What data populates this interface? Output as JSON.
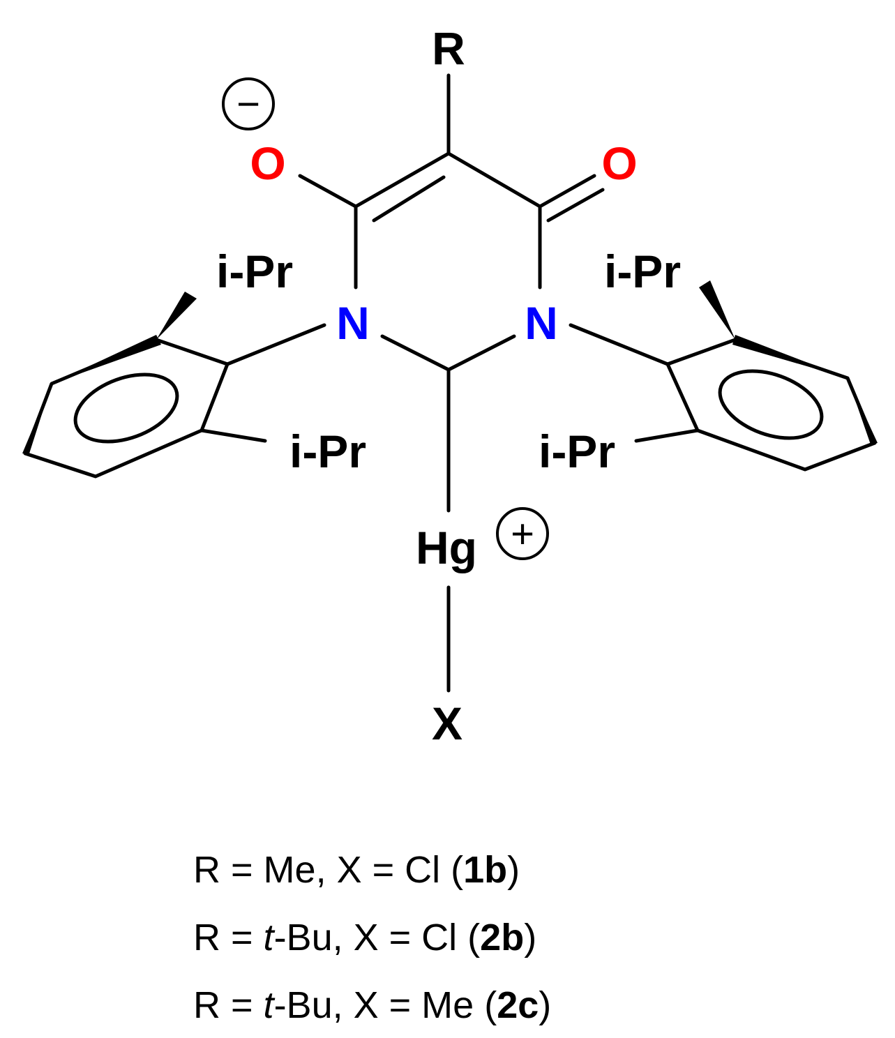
{
  "atoms": {
    "r_top": "R",
    "o_left": "O",
    "o_right": "O",
    "n_left": "N",
    "n_right": "N",
    "hg": "Hg",
    "x_bottom": "X",
    "ipr_left_top": "i-Pr",
    "ipr_left_bottom": "i-Pr",
    "ipr_right_top": "i-Pr",
    "ipr_right_bottom": "i-Pr"
  },
  "charges": {
    "minus": "−",
    "plus": "+"
  },
  "legend": [
    {
      "prefix": "R = ",
      "r_italic": "",
      "r_rest": "Me",
      "mid": ", X = Cl (",
      "compound": "1b",
      "suffix": ")"
    },
    {
      "prefix": "R = ",
      "r_italic": "t",
      "r_rest": "-Bu",
      "mid": ", X = Cl (",
      "compound": "2b",
      "suffix": ")"
    },
    {
      "prefix": "R = ",
      "r_italic": "t",
      "r_rest": "-Bu",
      "mid": ", X = Me (",
      "compound": "2c",
      "suffix": ")"
    }
  ],
  "colors": {
    "oxygen": "#ff0000",
    "nitrogen": "#0000ff",
    "default": "#000000"
  }
}
